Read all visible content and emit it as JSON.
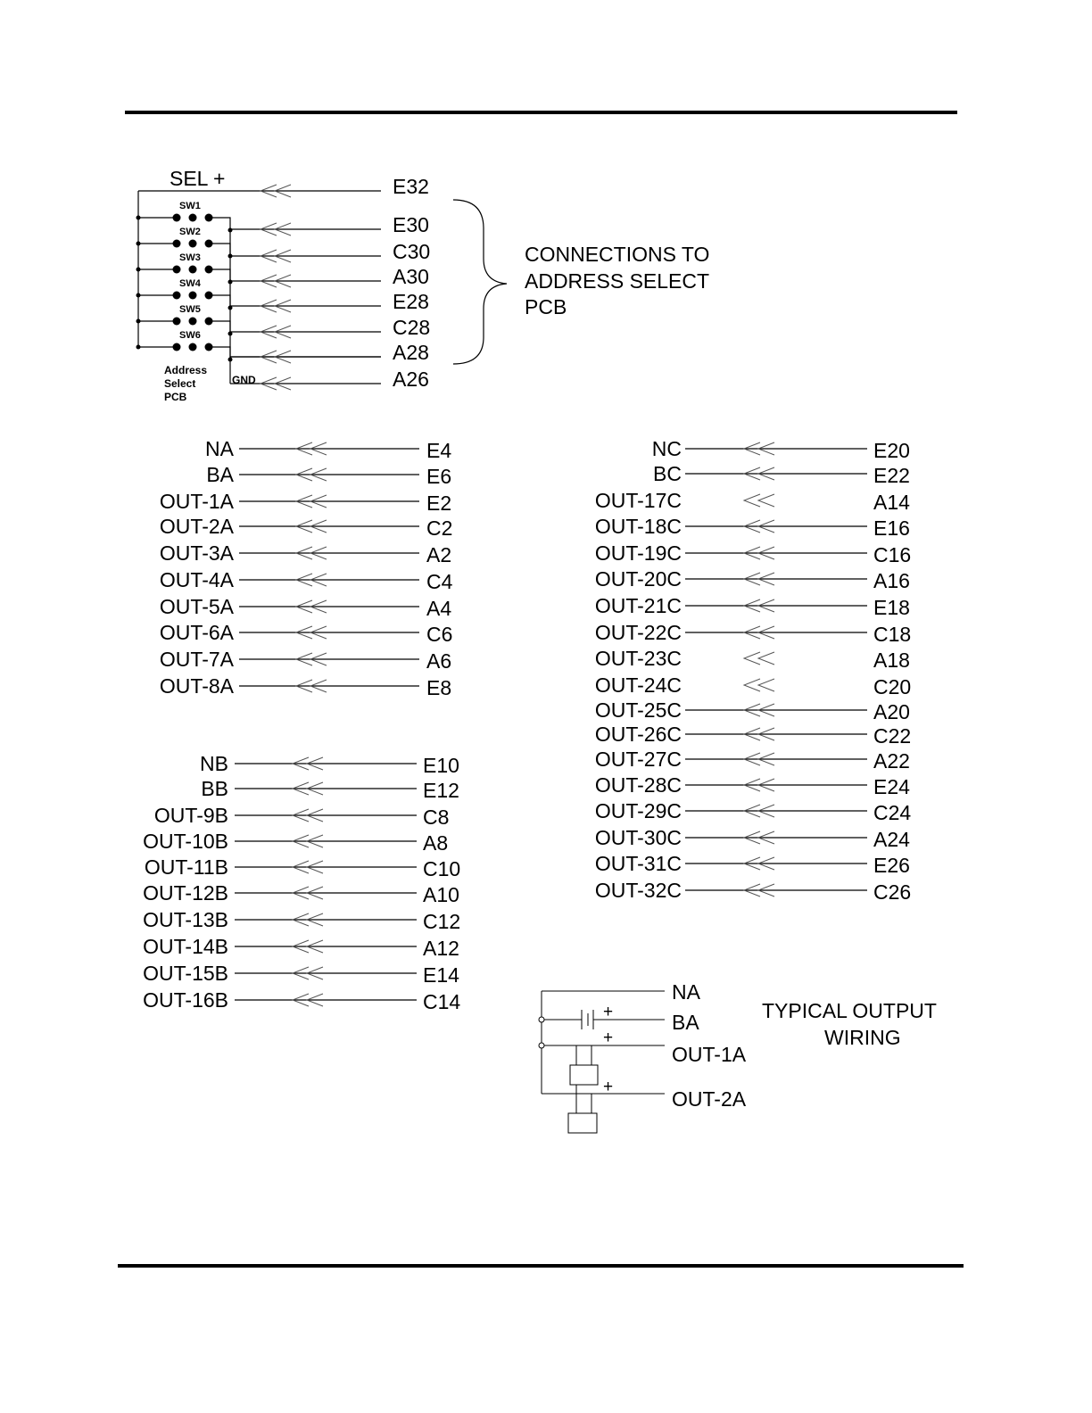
{
  "address_select": {
    "sel_label": "SEL +",
    "pins": [
      "E32",
      "E30",
      "C30",
      "A30",
      "E28",
      "C28",
      "A28",
      "A26"
    ],
    "switches": [
      "SW1",
      "SW2",
      "SW3",
      "SW4",
      "SW5",
      "SW6"
    ],
    "pcb_label_lines": [
      "Address",
      "Select",
      "PCB"
    ],
    "gnd_label": "GND",
    "brace_text": [
      "CONNECTIONS TO",
      "ADDRESS SELECT",
      "PCB"
    ]
  },
  "group_a": {
    "rows": [
      {
        "signal": "NA",
        "pin": "E4"
      },
      {
        "signal": "BA",
        "pin": "E6"
      },
      {
        "signal": "OUT-1A",
        "pin": "E2"
      },
      {
        "signal": "OUT-2A",
        "pin": "C2"
      },
      {
        "signal": "OUT-3A",
        "pin": "A2"
      },
      {
        "signal": "OUT-4A",
        "pin": "C4"
      },
      {
        "signal": "OUT-5A",
        "pin": "A4"
      },
      {
        "signal": "OUT-6A",
        "pin": "C6"
      },
      {
        "signal": "OUT-7A",
        "pin": "A6"
      },
      {
        "signal": "OUT-8A",
        "pin": "E8"
      }
    ]
  },
  "group_b": {
    "rows": [
      {
        "signal": "NB",
        "pin": "E10"
      },
      {
        "signal": "BB",
        "pin": "E12"
      },
      {
        "signal": "OUT-9B",
        "pin": "C8"
      },
      {
        "signal": "OUT-10B",
        "pin": "A8"
      },
      {
        "signal": "OUT-11B",
        "pin": "C10"
      },
      {
        "signal": "OUT-12B",
        "pin": "A10"
      },
      {
        "signal": "OUT-13B",
        "pin": "C12"
      },
      {
        "signal": "OUT-14B",
        "pin": "A12"
      },
      {
        "signal": "OUT-15B",
        "pin": "E14"
      },
      {
        "signal": "OUT-16B",
        "pin": "C14"
      }
    ]
  },
  "group_c": {
    "rows": [
      {
        "signal": "NC",
        "pin": "E20"
      },
      {
        "signal": "BC",
        "pin": "E22"
      },
      {
        "signal": "OUT-17C",
        "pin": "A14"
      },
      {
        "signal": "OUT-18C",
        "pin": "E16"
      },
      {
        "signal": "OUT-19C",
        "pin": "C16"
      },
      {
        "signal": "OUT-20C",
        "pin": "A16"
      },
      {
        "signal": "OUT-21C",
        "pin": "E18"
      },
      {
        "signal": "OUT-22C",
        "pin": "C18"
      },
      {
        "signal": "OUT-23C",
        "pin": "A18"
      },
      {
        "signal": "OUT-24C",
        "pin": "C20"
      },
      {
        "signal": "OUT-25C",
        "pin": "A20"
      },
      {
        "signal": "OUT-26C",
        "pin": "C22"
      },
      {
        "signal": "OUT-27C",
        "pin": "A22"
      },
      {
        "signal": "OUT-28C",
        "pin": "E24"
      },
      {
        "signal": "OUT-29C",
        "pin": "C24"
      },
      {
        "signal": "OUT-30C",
        "pin": "A24"
      },
      {
        "signal": "OUT-31C",
        "pin": "E26"
      },
      {
        "signal": "OUT-32C",
        "pin": "C26"
      }
    ]
  },
  "typical_wiring": {
    "labels": [
      "NA",
      "BA",
      "OUT-1A",
      "OUT-2A"
    ],
    "plus": "+",
    "title_lines": [
      "TYPICAL OUTPUT",
      "WIRING"
    ]
  }
}
